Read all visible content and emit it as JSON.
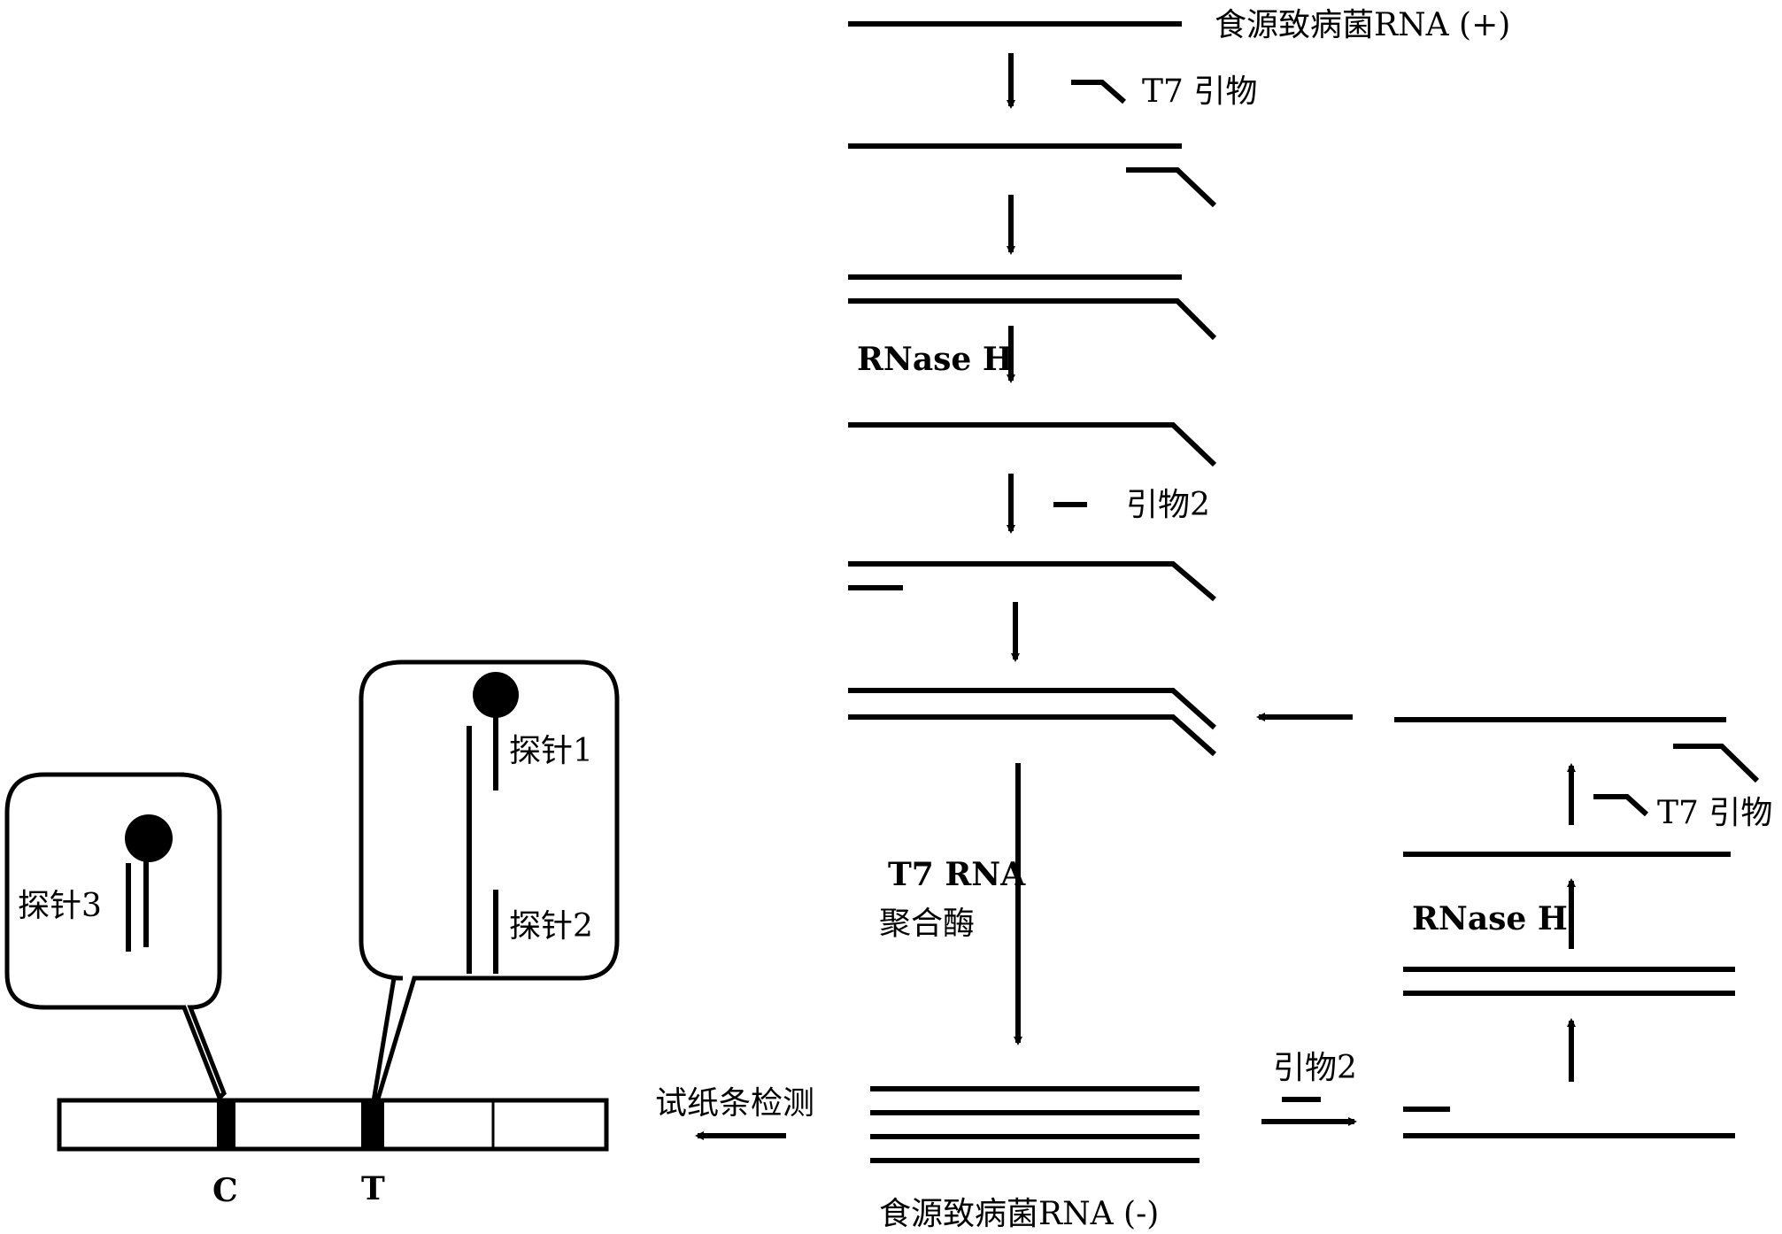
{
  "labels": {
    "rna_plus": "食源致病菌RNA (+)",
    "t7_primer": "T7 引物",
    "rnase_h": "RNase H",
    "primer2": "引物2",
    "t7_rna_poly_line1": "T7 RNA",
    "t7_rna_poly_line2": "聚合酶",
    "rna_minus": "食源致病菌RNA (-)",
    "strip_detection": "试纸条检测",
    "probe1": "探针1",
    "probe2": "探针2",
    "probe3": "探针3",
    "line_c": "C",
    "line_t": "T"
  }
}
